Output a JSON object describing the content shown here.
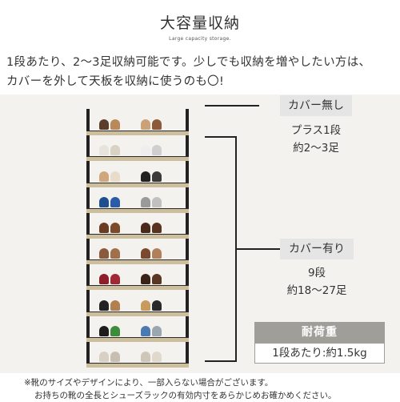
{
  "header": {
    "title": "大容量収納",
    "subtitle": "Large capacity storage."
  },
  "intro": {
    "line1": "1段あたり、2～3足収納可能です。少しでも収納を増やしたい方は、",
    "line2": "カバーを外して天板を収納に使うのも〇!"
  },
  "without_cover": {
    "label": "カバー無し",
    "line1": "プラス1段",
    "line2": "約2～3足"
  },
  "with_cover": {
    "label": "カバー有り",
    "line1": "9段",
    "line2": "約18～27足"
  },
  "load": {
    "title": "耐荷重",
    "value": "1段あたり:約1.5kg"
  },
  "footnote": {
    "line1": "※靴のサイズやデザインにより、一部入らない場合がございます。",
    "line2": "お持ちの靴の全長とシューズラックの有効内寸をあらかじめお確かめください。"
  },
  "shoe_rack": {
    "tiers": 10,
    "shoe_colors": [
      [
        "#5a3d2b",
        "#b9895a",
        "#c9a27a",
        "#8a5a3a"
      ],
      [
        "#e8e4dc",
        "#d9d2c3",
        "#eeeeee",
        "#cfcfcf"
      ],
      [
        "#d0a77c",
        "#e9dccb",
        "#222222",
        "#3a3a3a"
      ],
      [
        "#1f4f8f",
        "#2a5ca8",
        "#9a9a9a",
        "#c0c0c0"
      ],
      [
        "#6b3b22",
        "#7a4a2a",
        "#4a2a1a",
        "#5a3220"
      ],
      [
        "#8b5a3c",
        "#a0704a",
        "#7a4a2e",
        "#b0805a"
      ],
      [
        "#8e1e2a",
        "#a22a36",
        "#3a2418",
        "#5a3624"
      ],
      [
        "#222222",
        "#b08050",
        "#c79a5e",
        "#2a2a2a"
      ],
      [
        "#1c1c1c",
        "#3c8c3c",
        "#4a7ab0",
        "#9aa6b0"
      ],
      [
        "#d8d0c4",
        "#c8bfb2",
        "#cfc6ba",
        "#e0d8cc"
      ]
    ]
  }
}
